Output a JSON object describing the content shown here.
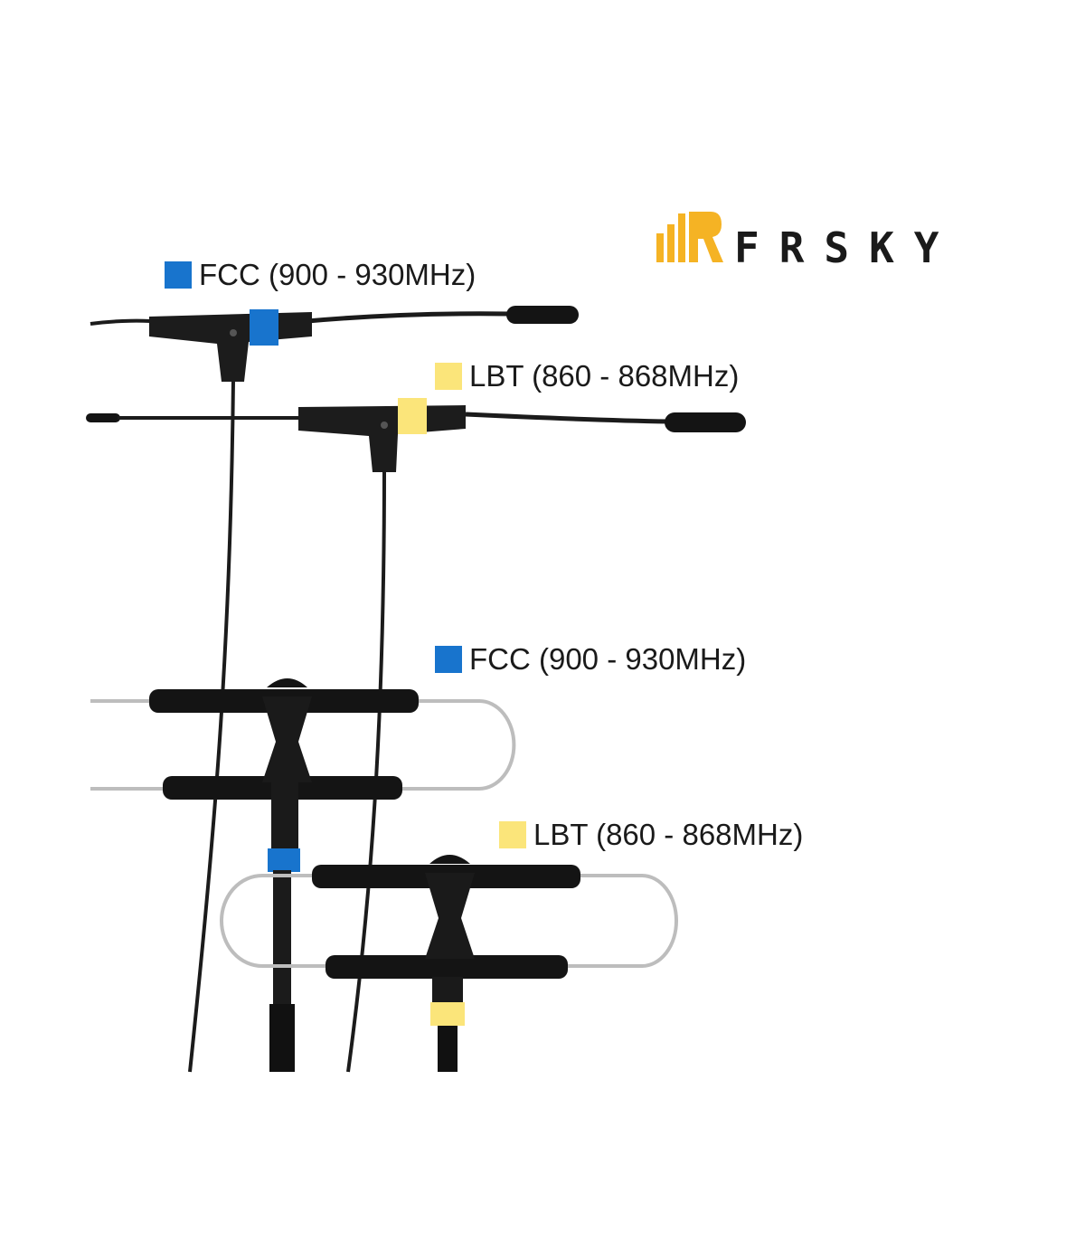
{
  "brand": {
    "name": "FrSky",
    "logo_icon": "frsky-logo-icon",
    "accent_color": "#f5b324"
  },
  "colors": {
    "fcc": "#1874cd",
    "lbt": "#fbe57a",
    "cable": "#1b1b1b",
    "wire": "#bdbdbd"
  },
  "labels": [
    {
      "id": "fcc-top",
      "text": "FCC (900 - 930MHz)",
      "band": "fcc"
    },
    {
      "id": "lbt-top",
      "text": "LBT (860 - 868MHz)",
      "band": "lbt"
    },
    {
      "id": "fcc-bottom",
      "text": "FCC (900 - 930MHz)",
      "band": "fcc"
    },
    {
      "id": "lbt-bottom",
      "text": "LBT (860 - 868MHz)",
      "band": "lbt"
    }
  ]
}
